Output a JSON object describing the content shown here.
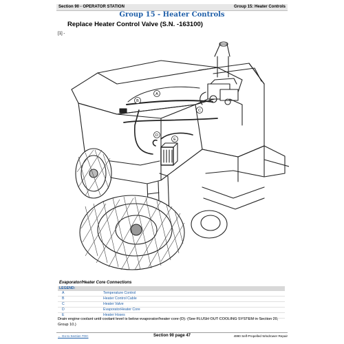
{
  "header": {
    "left": "Section 90 - OPERATOR STATION",
    "right": "Group 15: Heater Controls"
  },
  "group_title": "Group 15 - Heater Controls",
  "section_title": "Replace Heater Control Valve (S.N. -163100)",
  "figure_ref": "[1] -",
  "figure": {
    "callouts": [
      "A",
      "B",
      "C",
      "D",
      "E"
    ]
  },
  "legend": {
    "heading": "Evaporator/Heater Core Connections",
    "header": "LEGEND:",
    "items": [
      {
        "letter": "A",
        "desc": "Temperature Control"
      },
      {
        "letter": "B",
        "desc": "Heater Control Cable"
      },
      {
        "letter": "C",
        "desc": "Heater Valve"
      },
      {
        "letter": "D",
        "desc": "EvaporatorHeater Core"
      },
      {
        "letter": "E",
        "desc": "Heater Hoses"
      }
    ]
  },
  "note": "Drain engine coolant until coolant level is below evaporator/heater core (D). (See FLUSH OUT COOLING SYSTEM in Section 20, Group 10.)",
  "footer": {
    "left": "← Go to Section TOC",
    "center": "Section 90 page 47",
    "right": "4990 Self-Propelled Windrower Repair"
  }
}
